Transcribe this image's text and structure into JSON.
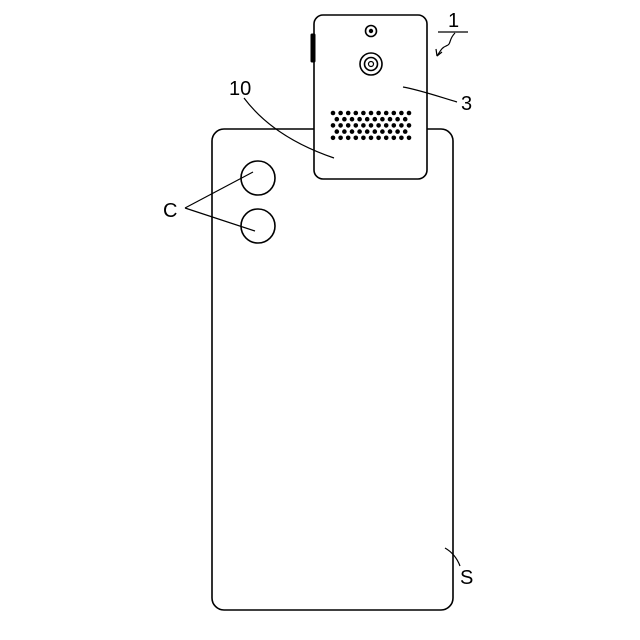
{
  "labels": {
    "device": "1",
    "module_body": "3",
    "module_lower_part": "10",
    "cameras": "C",
    "smartphone": "S"
  },
  "style": {
    "line_color": "#000000",
    "background": "#ffffff"
  },
  "grille": {
    "rows": 5,
    "holes_per_row": [
      11,
      10,
      11,
      10,
      11
    ]
  }
}
